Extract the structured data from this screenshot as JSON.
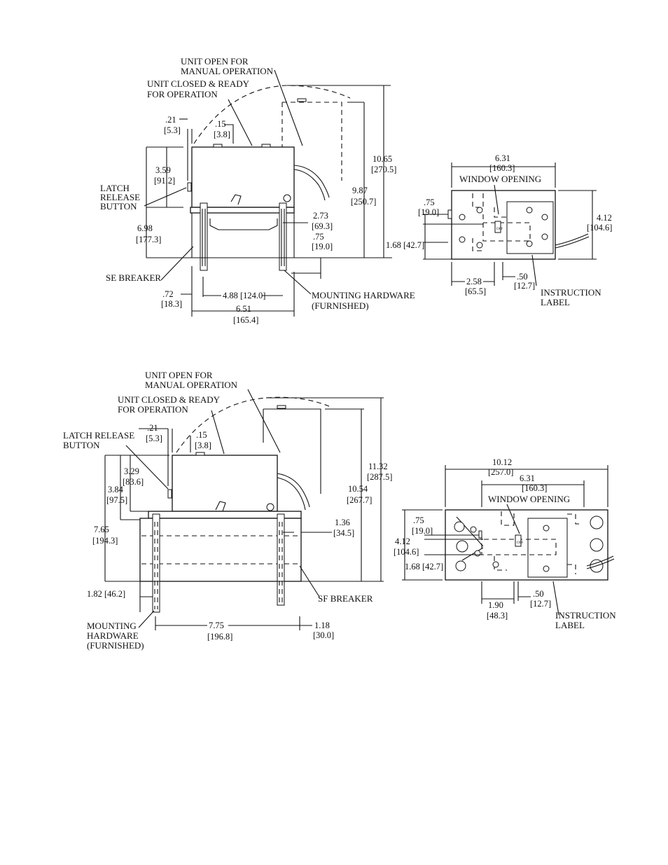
{
  "top_side": {
    "unit_open": [
      "UNIT OPEN FOR",
      "MANUAL OPERATION"
    ],
    "unit_closed": [
      "UNIT CLOSED & READY",
      "FOR OPERATION"
    ],
    "d_21": ".21",
    "d_21_mm": "[5.3]",
    "d_15": ".15",
    "d_15_mm": "[3.8]",
    "d_359": "3.59",
    "d_359_mm": "[91.2]",
    "latch": [
      "LATCH",
      "RELEASE",
      "BUTTON"
    ],
    "d_698": "6.98",
    "d_698_mm": "[177.3]",
    "breaker": "SE BREAKER",
    "d_72": ".72",
    "d_72_mm": "[18.3]",
    "d_488": "4.88 [124.0]",
    "d_651": "6.51",
    "d_651_mm": "[165.4]",
    "d_1065": "10.65",
    "d_1065_mm": "[270.5]",
    "d_987": "9.87",
    "d_987_mm": "[250.7]",
    "d_273": "2.73",
    "d_273_mm": "[69.3]",
    "d_75": ".75",
    "d_75_mm": "[19.0]",
    "mounting": [
      "MOUNTING HARDWARE",
      "(FURNISHED)"
    ]
  },
  "top_front": {
    "d_631": "6.31",
    "d_631_mm": "[160.3]",
    "window": "WINDOW OPENING",
    "d_75": ".75",
    "d_75_mm": "[19.0]",
    "d_412": "4.12",
    "d_412_mm": "[104.6]",
    "d_168": "1.68 [42.7]",
    "d_258": "2.58",
    "d_258_mm": "[65.5]",
    "d_50": ".50",
    "d_50_mm": "[12.7]",
    "instruction": [
      "INSTRUCTION",
      "LABEL"
    ],
    "tag": "OFF"
  },
  "bottom_side": {
    "unit_open": [
      "UNIT OPEN FOR",
      "MANUAL OPERATION"
    ],
    "unit_closed": [
      "UNIT CLOSED & READY",
      "FOR OPERATION"
    ],
    "latch": [
      "LATCH RELEASE",
      "BUTTON"
    ],
    "d_21": ".21",
    "d_21_mm": "[5.3]",
    "d_15": ".15",
    "d_15_mm": "[3.8]",
    "d_329": "3.29",
    "d_329_mm": "[83.6]",
    "d_384": "3.84",
    "d_384_mm": "[97.5]",
    "d_765": "7.65",
    "d_765_mm": "[194.3]",
    "d_182": "1.82 [46.2]",
    "mounting": [
      "MOUNTING",
      "HARDWARE",
      "(FURNISHED)"
    ],
    "d_775": "7.75",
    "d_775_mm": "[196.8]",
    "d_118": "1.18",
    "d_118_mm": "[30.0]",
    "breaker": "SF BREAKER",
    "d_136": "1.36",
    "d_136_mm": "[34.5]",
    "d_1054": "10.54",
    "d_1054_mm": "[267.7]",
    "d_1132": "11.32",
    "d_1132_mm": "[287.5]"
  },
  "bottom_front": {
    "d_1012": "10.12",
    "d_1012_mm": "[257.0]",
    "d_631": "6.31",
    "d_631_mm": "[160.3]",
    "window": "WINDOW OPENING",
    "d_75": ".75",
    "d_75_mm": "[19.0]",
    "d_412": "4.12",
    "d_412_mm": "[104.6]",
    "d_168": "1.68 [42.7]",
    "d_190": "1.90",
    "d_190_mm": "[48.3]",
    "d_50": ".50",
    "d_50_mm": "[12.7]",
    "instruction": [
      "INSTRUCTION",
      "LABEL"
    ],
    "tag": "OFF"
  }
}
